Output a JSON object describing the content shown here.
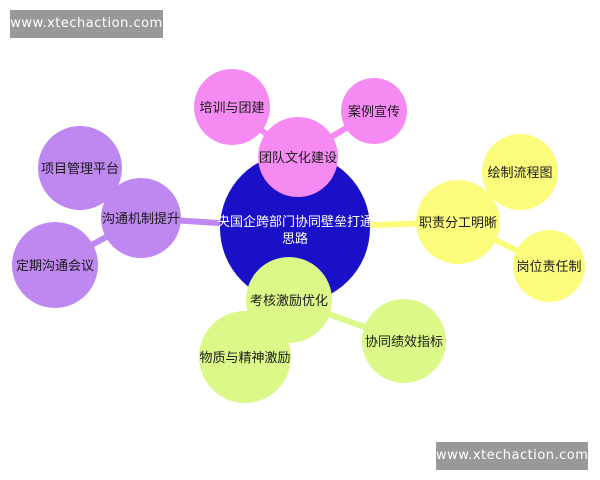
{
  "watermark": {
    "top": "www.xtechaction.com",
    "bottom": "www.xtechaction.com"
  },
  "colors": {
    "center": "#1a10c8",
    "pink": "#f58af3",
    "purple": "#bf87f0",
    "yellow": "#fbfb7c",
    "green": "#dbf888"
  },
  "mindmap": {
    "center": {
      "line1": "央国企跨部门协同壁垒打通",
      "line2": "思路"
    },
    "branches": {
      "team_culture": {
        "label": "团队文化建设",
        "children": [
          "培训与团建",
          "案例宣传"
        ]
      },
      "responsibility": {
        "label": "职责分工明晰",
        "children": [
          "绘制流程图",
          "岗位责任制"
        ]
      },
      "evaluation": {
        "label": "考核激励优化",
        "children": [
          "物质与精神激励",
          "协同绩效指标"
        ]
      },
      "communication": {
        "label": "沟通机制提升",
        "children": [
          "项目管理平台",
          "定期沟通会议"
        ]
      }
    }
  }
}
